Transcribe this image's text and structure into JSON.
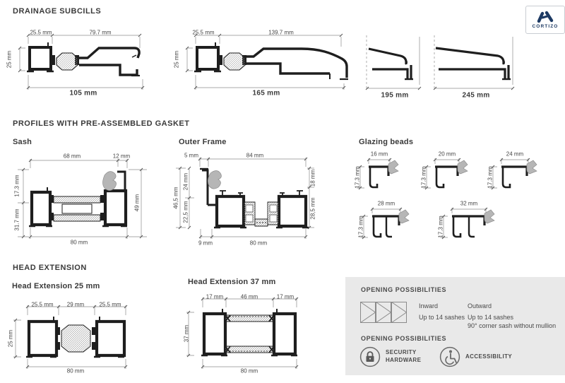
{
  "brand": {
    "name": "CORTIZO"
  },
  "drainage": {
    "title": "DRAINAGE SUBCILLS",
    "p105": {
      "w1": "25.5 mm",
      "w2": "79.7 mm",
      "h": "25 mm",
      "total": "105 mm"
    },
    "p165": {
      "w1": "25.5 mm",
      "w2": "139.7 mm",
      "h": "25 mm",
      "total": "165 mm"
    },
    "p195": {
      "total": "195 mm"
    },
    "p245": {
      "total": "245 mm"
    }
  },
  "gasket": {
    "title": "PROFILES WITH PRE-ASSEMBLED GASKET",
    "sash": {
      "title": "Sash",
      "t1": "68 mm",
      "t2": "12 mm",
      "l1": "17.3 mm",
      "l2": "31.7 mm",
      "r": "49 mm",
      "b": "80 mm"
    },
    "outer": {
      "title": "Outer Frame",
      "t1": "5 mm",
      "t2": "84 mm",
      "lo": "46,5 mm",
      "l1": "24 mm",
      "l2": "22,5 mm",
      "r1": "18 mm",
      "r2": "28,5 mm",
      "b1": "9 mm",
      "b2": "80 mm"
    },
    "beads": {
      "title": "Glazing beads",
      "h": "17.3 mm",
      "w16": "16 mm",
      "w20": "20 mm",
      "w24": "24 mm",
      "w28": "28 mm",
      "w32": "32 mm"
    }
  },
  "head": {
    "title": "HEAD EXTENSION",
    "h25": {
      "title": "Head Extension 25 mm",
      "t1": "25.5 mm",
      "t2": "29 mm",
      "t3": "25.5 mm",
      "l": "25 mm",
      "b": "80 mm"
    },
    "h37": {
      "title": "Head Extension 37 mm",
      "t1": "17 mm",
      "t2": "46 mm",
      "t3": "17 mm",
      "l": "37 mm",
      "b": "80 mm"
    }
  },
  "panel": {
    "title1": "OPENING POSSIBILITIES",
    "inward": {
      "label": "Inward",
      "desc": "Up to 14 sashes"
    },
    "outward": {
      "label": "Outward",
      "desc1": "Up to 14 sashes",
      "desc2": "90° corner sash without mullion"
    },
    "title2": "OPENING POSSIBILITIES",
    "security1": "SECURITY",
    "security2": "HARDWARE",
    "accessibility": "ACCESSIBILITY"
  },
  "colors": {
    "ink": "#1e1e1e",
    "panel_bg": "#e9e9e9",
    "gasket_gray": "#b6b6b6",
    "navy": "#1d3a63"
  }
}
